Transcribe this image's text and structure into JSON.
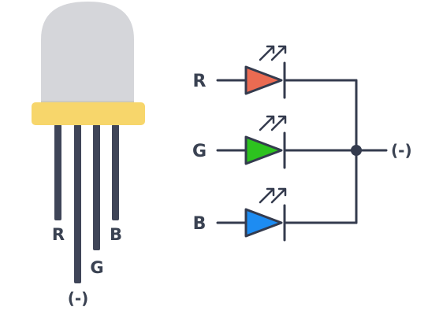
{
  "led_package": {
    "dome_color": "#d5d6da",
    "flange_color": "#f7d66b",
    "lead_color": "#3f4558",
    "lead_labels": {
      "r": "R",
      "g": "G",
      "b": "B",
      "common": "(-)"
    }
  },
  "schematic": {
    "channels": [
      {
        "label": "R",
        "color": "#eb6b52",
        "icon": "emission-arrows-icon"
      },
      {
        "label": "G",
        "color": "#2dc21f",
        "icon": "emission-arrows-icon"
      },
      {
        "label": "B",
        "color": "#1d8cf2",
        "icon": "emission-arrows-icon"
      }
    ],
    "common_label": "(-)",
    "wire_color": "#343b4e"
  }
}
